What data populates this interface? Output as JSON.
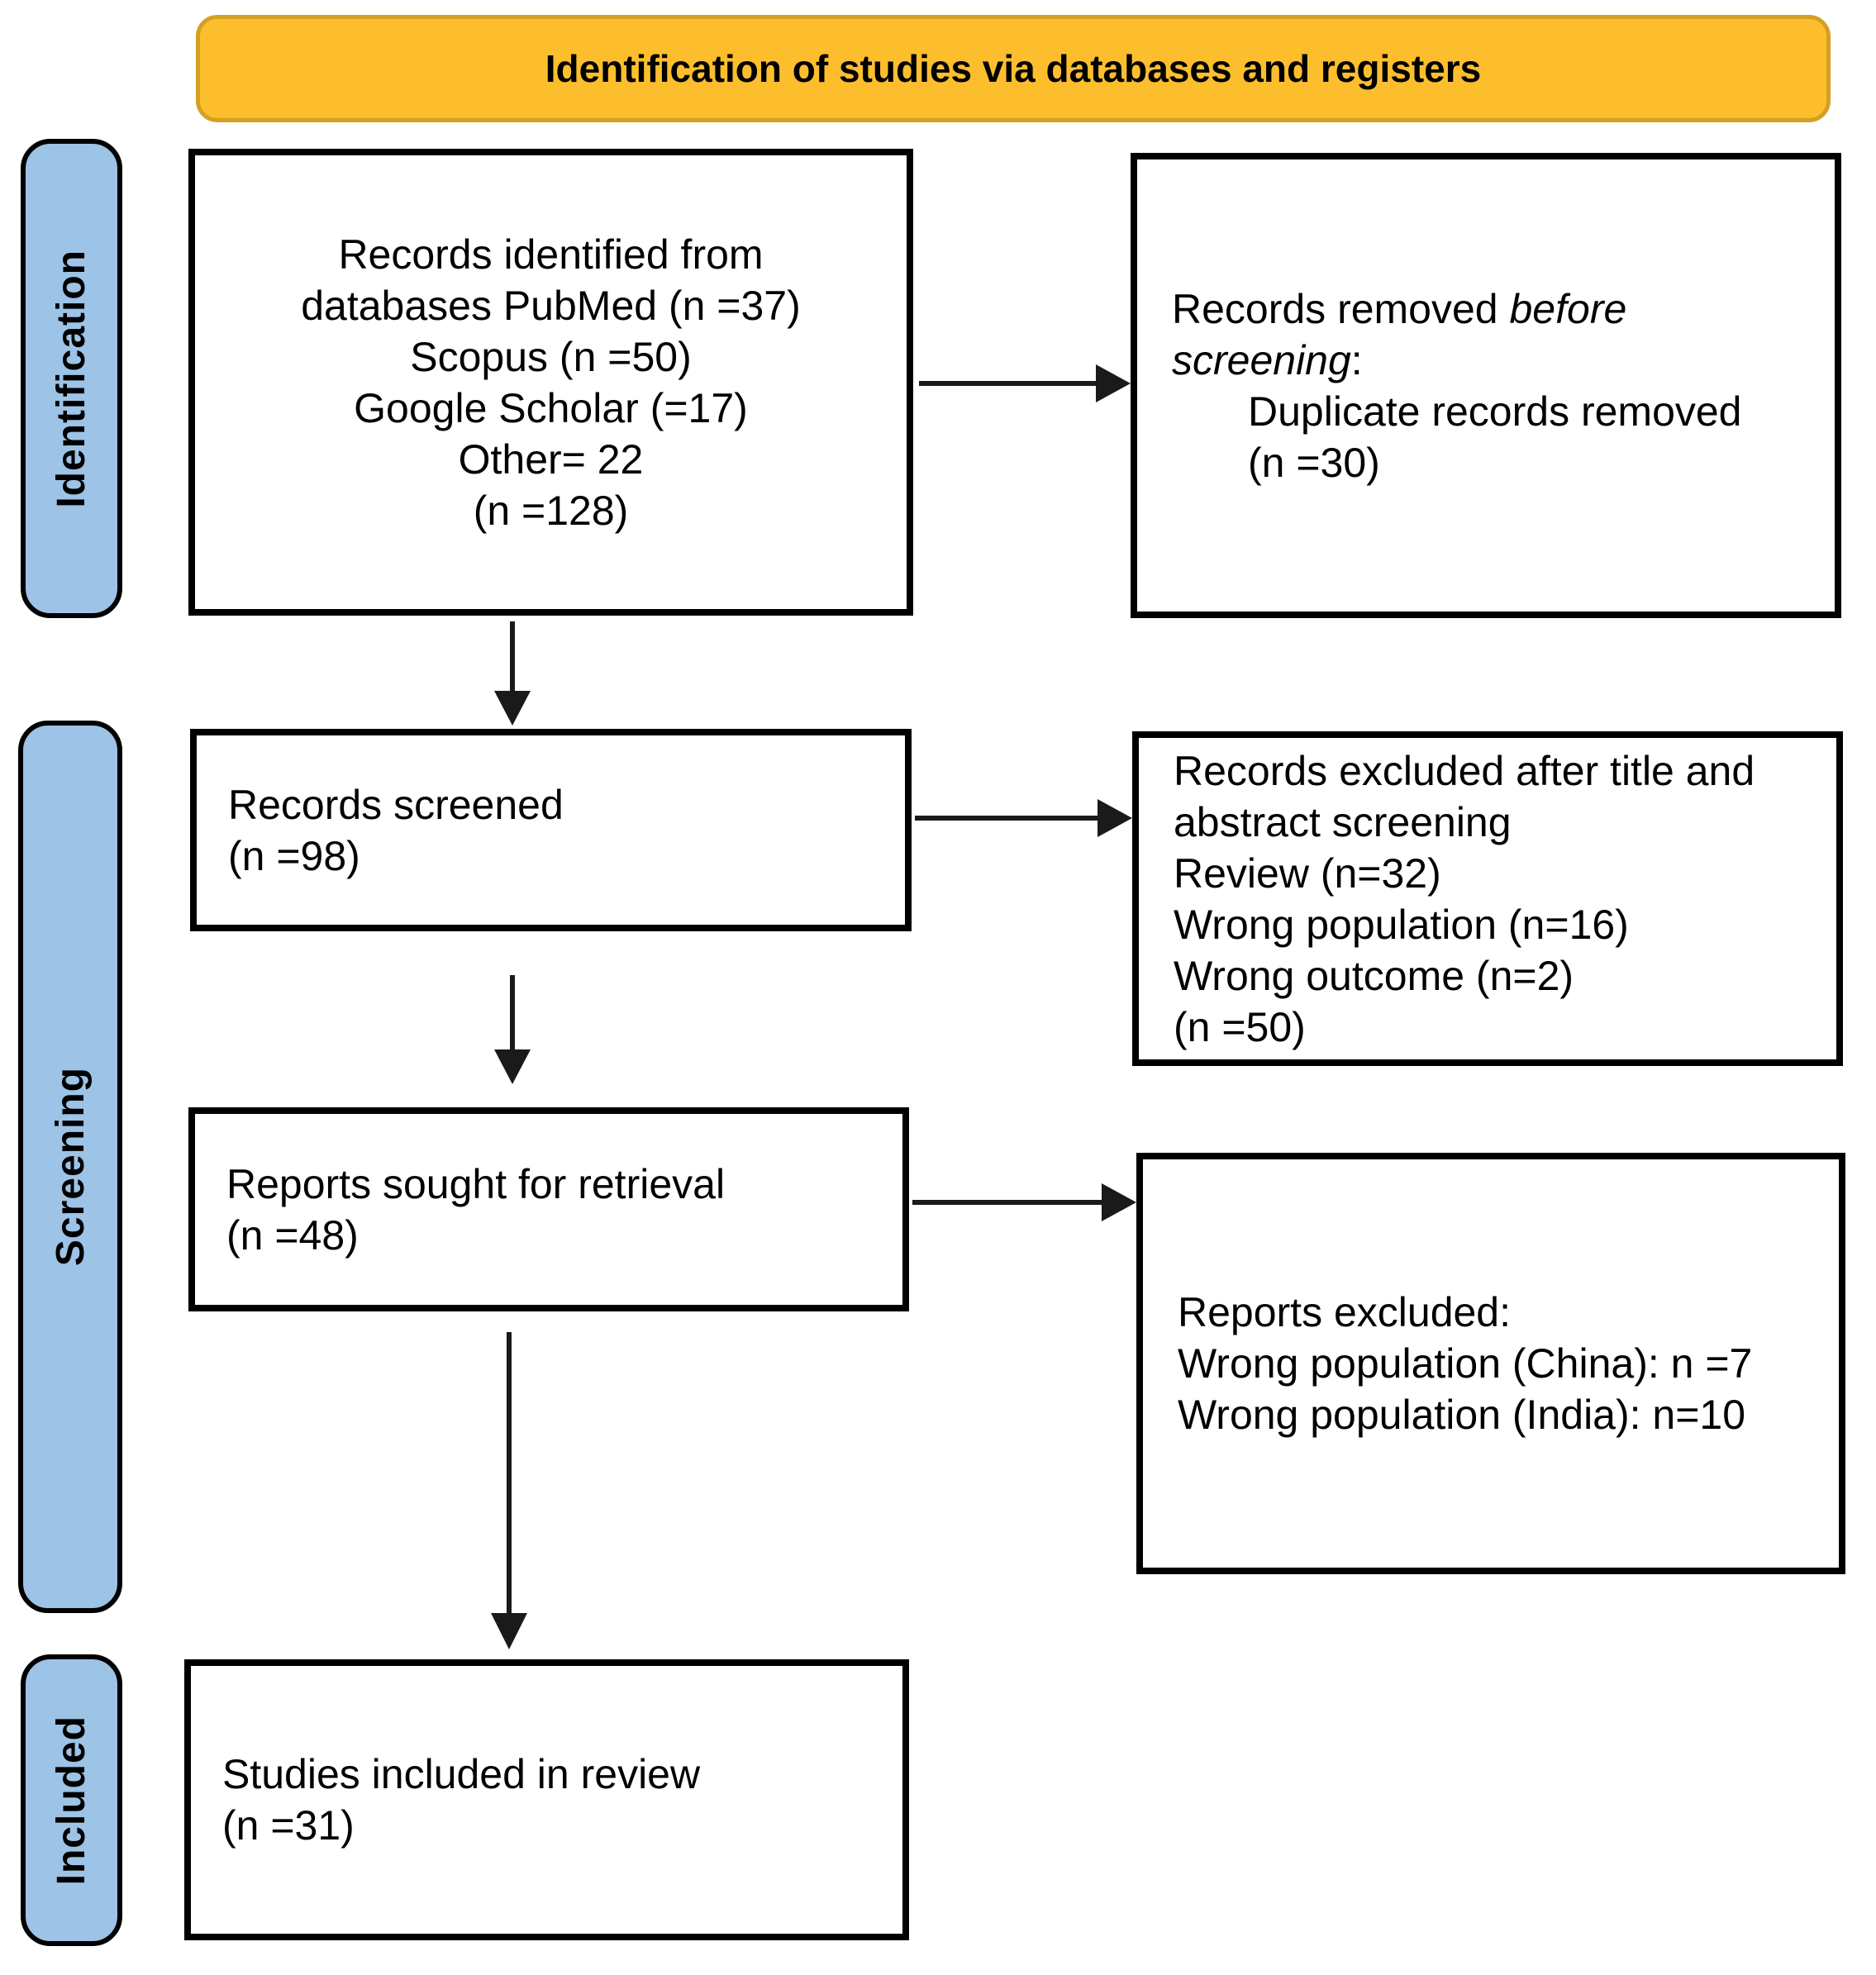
{
  "colors": {
    "header_bg": "#FDBE2E",
    "header_border": "#D5A021",
    "stage_bg": "#9DC3E6",
    "box_border": "#000000",
    "arrow": "#1A1A1A"
  },
  "header": {
    "title": "Identification of studies via databases and registers"
  },
  "stages": {
    "identification": "Identification",
    "screening": "Screening",
    "included": "Included"
  },
  "boxes": {
    "identified": {
      "lines": [
        "Records identified from",
        "databases PubMed (n =37)",
        "Scopus (n =50)",
        "Google Scholar (=17)",
        "Other= 22",
        "(n =128)"
      ]
    },
    "removed": {
      "prefix": "Records removed ",
      "italic_before": "before",
      "italic_screening": "screening",
      "colon": ":",
      "details": [
        "Duplicate records removed",
        "(n =30)"
      ]
    },
    "screened": {
      "lines": [
        "Records screened",
        "(n =98)"
      ]
    },
    "excluded_after_screening": {
      "lines": [
        "Records excluded after title and",
        "abstract screening",
        "Review (n=32)",
        "Wrong population (n=16)",
        "Wrong outcome (n=2)",
        "(n =50)"
      ]
    },
    "sought": {
      "lines": [
        "Reports sought for retrieval",
        "(n =48)"
      ]
    },
    "reports_excluded": {
      "lines": [
        "Reports excluded:",
        "Wrong population (China): n =7",
        "Wrong population (India): n=10"
      ]
    },
    "included_review": {
      "lines": [
        "Studies included in review",
        "(n =31)"
      ]
    }
  }
}
